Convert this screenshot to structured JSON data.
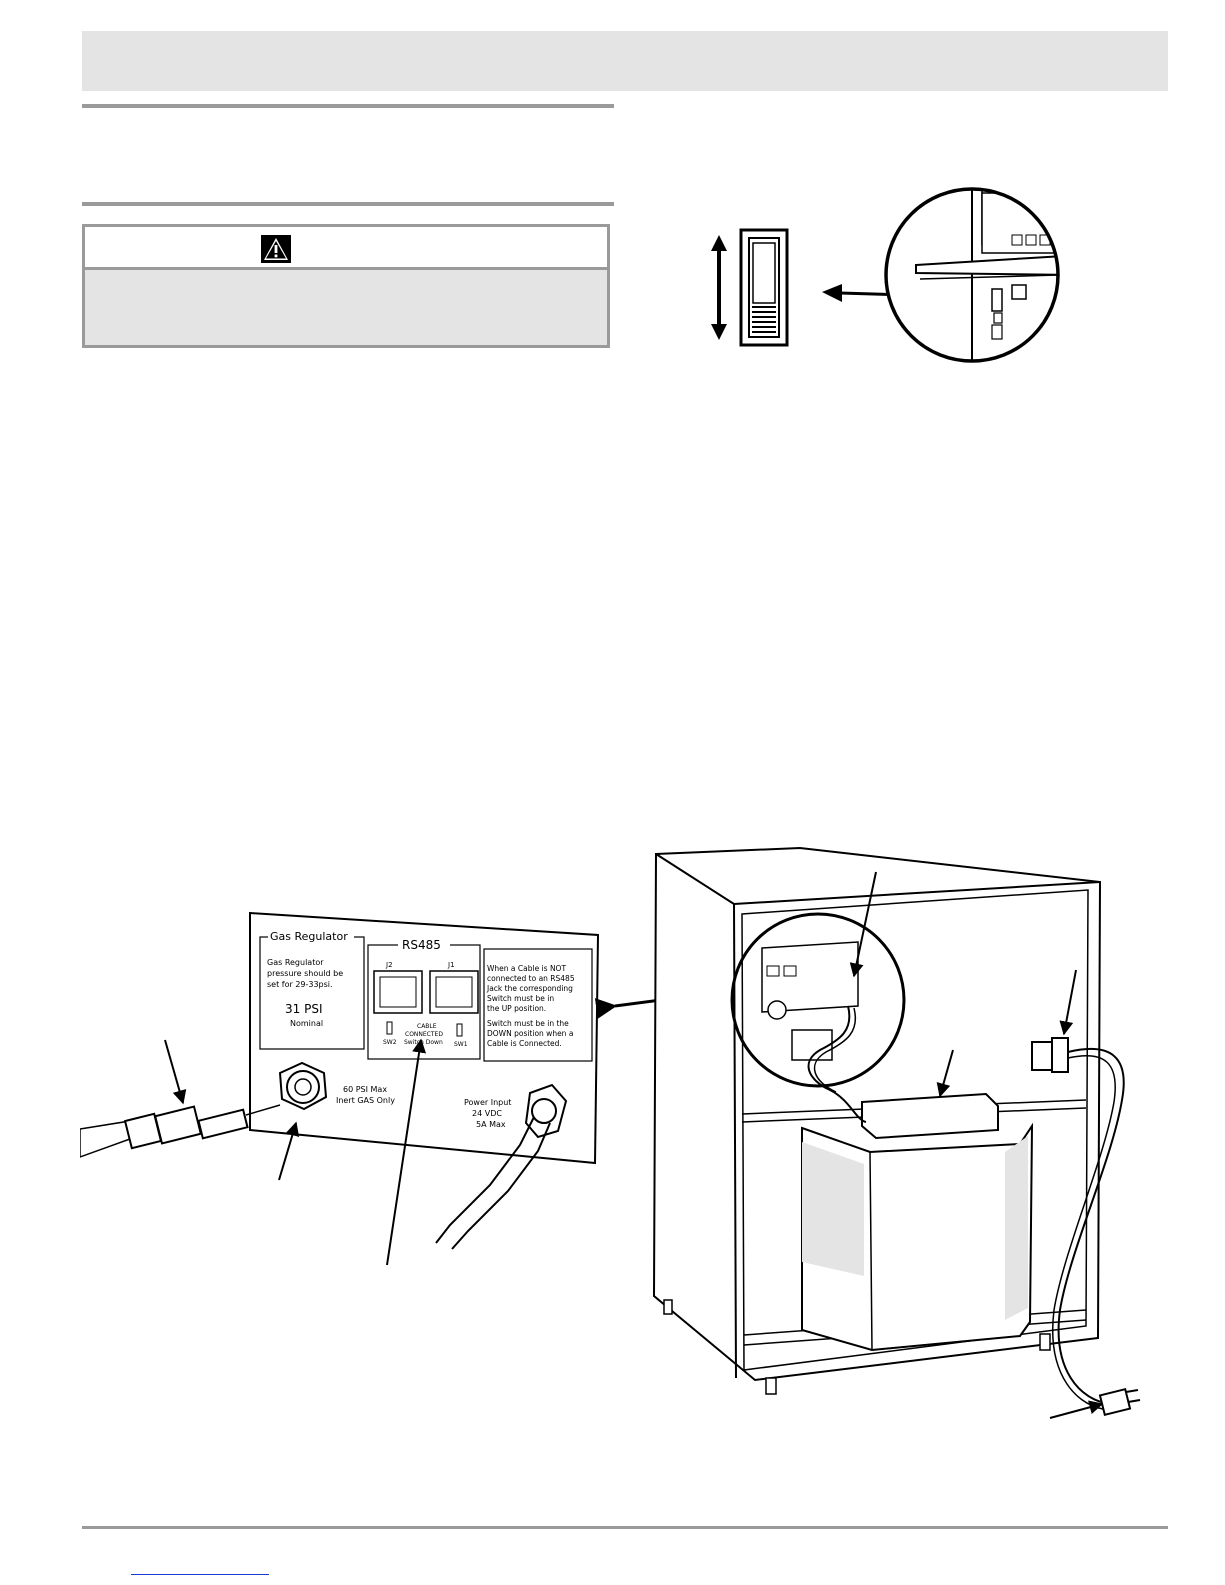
{
  "panel": {
    "gas_regulator": {
      "title": "Gas Regulator",
      "line1": "Gas  Regulator",
      "line2": "pressure should be",
      "line3": "set for 29-33psi.",
      "psi": "31 PSI",
      "nominal": "Nominal"
    },
    "rs485": {
      "title": "RS485",
      "jack_j2": "J2",
      "jack_j1": "J1",
      "cable_line1": "CABLE",
      "cable_line2": "CONNECTED",
      "cable_line3": "Switch Down",
      "sw2": "SW2",
      "sw1": "SW1"
    },
    "note": {
      "line1": "When a Cable is NOT",
      "line2": "connected to an RS485",
      "line3": "Jack the corresponding",
      "line4": "Switch must be in",
      "line5": "the UP position.",
      "line6": "Switch must be in the",
      "line7": "DOWN position when a",
      "line8": "Cable is Connected."
    },
    "gas_inlet": {
      "line1": "60 PSI Max",
      "line2": "Inert GAS Only"
    },
    "power": {
      "line1": "Power Input",
      "line2": "24 VDC",
      "line3": "5A Max"
    }
  },
  "colors": {
    "band": "#e4e4e4",
    "rule": "#9a9a9a",
    "link": "#1a3cd6"
  },
  "icons": [
    "warning-triangle-icon"
  ]
}
